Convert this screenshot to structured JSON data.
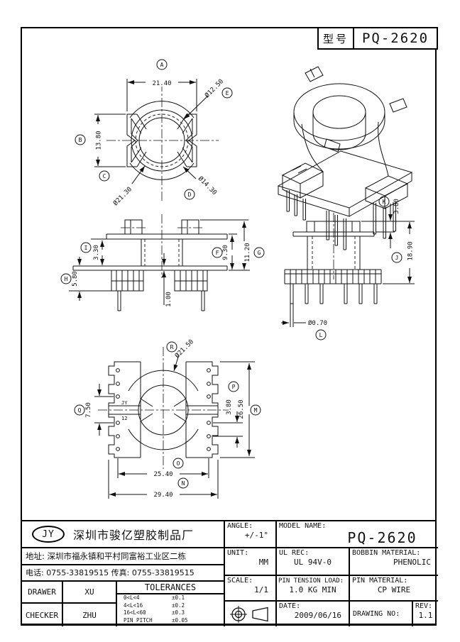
{
  "title_block": {
    "label": "型号",
    "model": "PQ-2620"
  },
  "views": {
    "front": {
      "dim_a_letter": "A",
      "dim_a": "21.40",
      "dim_b_letter": "B",
      "dim_b": "13.80",
      "dim_c_letter": "C",
      "dim_c": "Ø21.30",
      "dim_d_letter": "D",
      "dim_d": "Ø14.30",
      "dim_e_letter": "E",
      "dim_e": "Ø12.50"
    },
    "side": {
      "dim_i_letter": "I",
      "dim_i": "3.30",
      "dim_h_letter": "H",
      "dim_h": "5.80",
      "dim_center": "1.00",
      "dim_f_letter": "F",
      "dim_f": "9.30",
      "dim_g_letter": "G",
      "dim_g": "11.20"
    },
    "elevation": {
      "dim_k_letter": "K",
      "dim_k": "3.80",
      "dim_j_letter": "J",
      "dim_j": "18.90",
      "dim_l_letter": "L",
      "dim_l": "Ø0.70"
    },
    "bottom": {
      "dim_r_letter": "R",
      "dim_r": "Ø21.50",
      "dim_q_letter": "Q",
      "dim_q": "7.50",
      "dim_p_letter": "P",
      "dim_p": "3.80",
      "dim_m_letter": "M",
      "dim_m": "26.50",
      "dim_o_letter": "O",
      "dim_o": "25.40",
      "dim_n_letter": "N",
      "dim_n": "29.40",
      "mark_jy": "JY",
      "mark_12": "12"
    }
  },
  "info_table": {
    "company_logo": "JY",
    "company_name": "深圳市骏亿塑胶制品厂",
    "address": "地址: 深圳市福永镇和平村同富裕工业区二栋",
    "phone": "电话: 0755-33819515 传真: 0755-33819515",
    "drawer_label": "DRAWER",
    "drawer_value": "XU",
    "checker_label": "CHECKER",
    "checker_value": "ZHU",
    "tolerances_title": "TOLERANCES",
    "tol_rows": [
      {
        "range": "0<L<4",
        "tol": "±0.1"
      },
      {
        "range": "4<L<16",
        "tol": "±0.2"
      },
      {
        "range": "16<L<60",
        "tol": "±0.3"
      },
      {
        "range": "PIN PITCH",
        "tol": "±0.05"
      }
    ],
    "angle_label": "ANGLE:",
    "angle_value": "+/-1°",
    "unit_label": "UNIT:",
    "unit_value": "MM",
    "scale_label": "SCALE:",
    "scale_value": "1/1",
    "model_label": "MODEL NAME:",
    "model_value": "PQ-2620",
    "ul_label": "UL REC:",
    "ul_value": "UL 94V-0",
    "bobbin_label": "BOBBIN MATERIAL:",
    "bobbin_value": "PHENOLIC",
    "tension_label": "PIN TENSION LOAD:",
    "tension_value": "1.0 KG MIN",
    "pinmat_label": "PIN MATERIAL:",
    "pinmat_value": "CP WIRE",
    "date_label": "DATE:",
    "date_value": "2009/06/16",
    "drawno_label": "DRAWING NO:",
    "rev_label": "REV:",
    "rev_value": "1.1"
  }
}
